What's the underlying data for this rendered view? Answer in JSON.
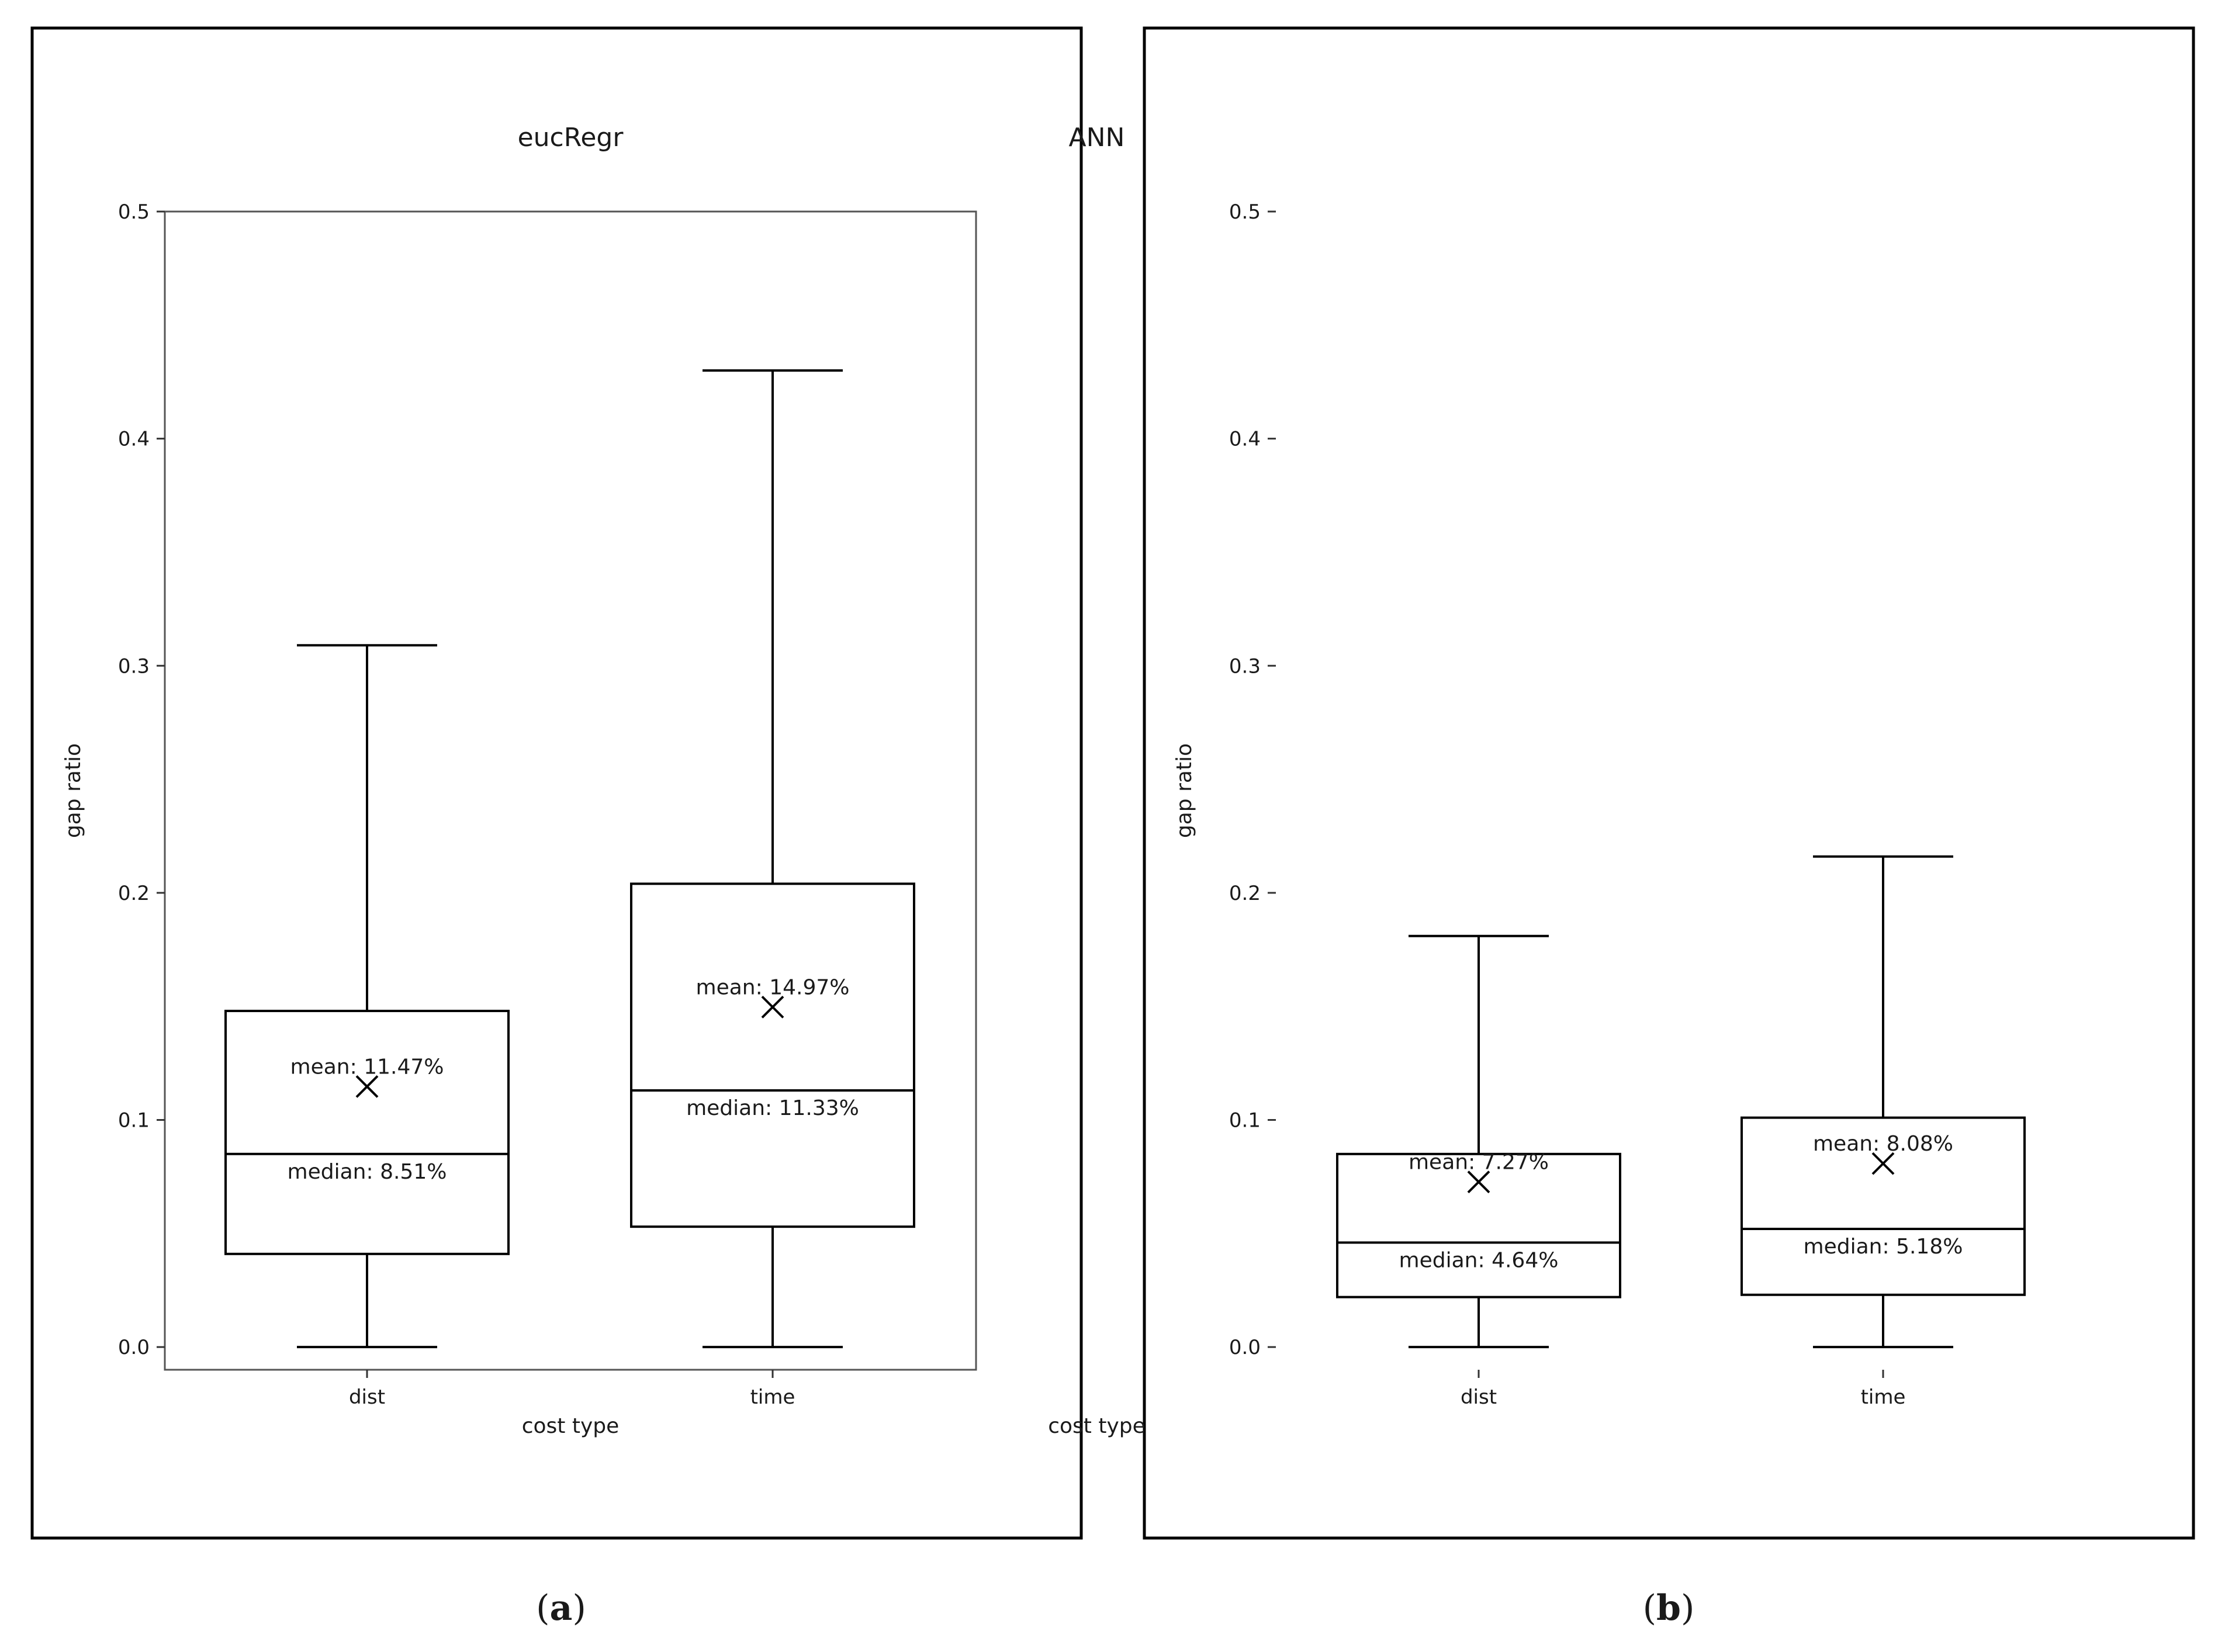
{
  "chart_data": [
    {
      "type": "box",
      "title": "eucRegr",
      "xlabel": "cost type",
      "ylabel": "gap ratio",
      "ylim": [
        -0.01,
        0.5
      ],
      "yticks": [
        "0.0",
        "0.1",
        "0.2",
        "0.3",
        "0.4",
        "0.5"
      ],
      "categories": [
        "dist",
        "time"
      ],
      "boxes": [
        {
          "category": "dist",
          "whisker_low": 0.0,
          "q1": 0.041,
          "median": 0.085,
          "q3": 0.148,
          "whisker_high": 0.309,
          "mean": 0.1147,
          "mean_label": "mean: 11.47%",
          "median_label": "median: 8.51%"
        },
        {
          "category": "time",
          "whisker_low": 0.0,
          "q1": 0.053,
          "median": 0.113,
          "q3": 0.204,
          "whisker_high": 0.43,
          "mean": 0.1497,
          "mean_label": "mean: 14.97%",
          "median_label": "median: 11.33%"
        }
      ],
      "caption": "a",
      "grid": false
    },
    {
      "type": "box",
      "title": "ANN",
      "xlabel": "cost type",
      "ylabel": "gap ratio",
      "ylim": [
        -0.01,
        0.5
      ],
      "yticks": [
        "0.0",
        "0.1",
        "0.2",
        "0.3",
        "0.4",
        "0.5"
      ],
      "categories": [
        "dist",
        "time"
      ],
      "boxes": [
        {
          "category": "dist",
          "whisker_low": 0.0,
          "q1": 0.022,
          "median": 0.046,
          "q3": 0.085,
          "whisker_high": 0.181,
          "mean": 0.0727,
          "mean_label": "mean: 7.27%",
          "median_label": "median: 4.64%"
        },
        {
          "category": "time",
          "whisker_low": 0.0,
          "q1": 0.023,
          "median": 0.052,
          "q3": 0.101,
          "whisker_high": 0.216,
          "mean": 0.0808,
          "mean_label": "mean: 8.08%",
          "median_label": "median: 5.18%"
        }
      ],
      "caption": "b",
      "grid": false
    }
  ]
}
